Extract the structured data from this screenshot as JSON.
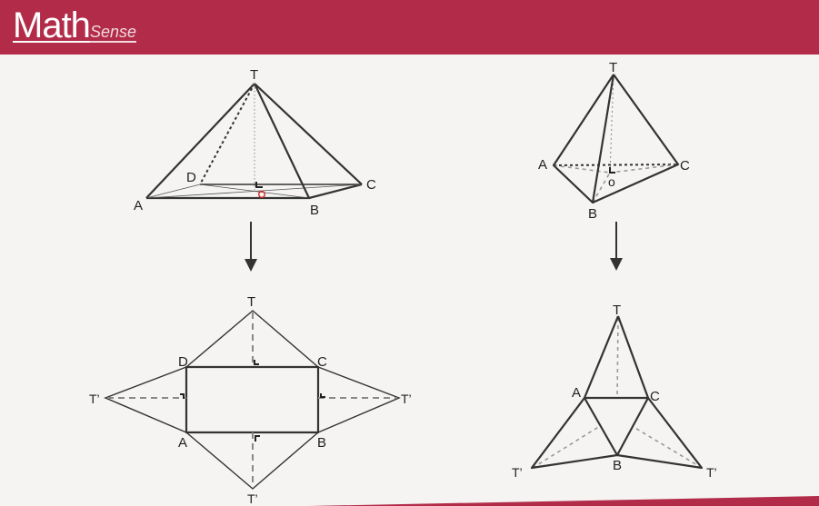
{
  "brand": {
    "main": "Math",
    "sub": "Sense",
    "color": "#b22c49"
  },
  "figures": {
    "square_pyramid": {
      "labels": {
        "T": "T",
        "A": "A",
        "B": "B",
        "C": "C",
        "D": "D",
        "O": "o"
      }
    },
    "square_pyramid_net": {
      "labels": {
        "T_top": "T",
        "T_left": "T’",
        "T_right": "T’",
        "T_bottom": "T’",
        "A": "A",
        "B": "B",
        "C": "C",
        "D": "D"
      }
    },
    "tetrahedron": {
      "labels": {
        "T": "T",
        "A": "A",
        "B": "B",
        "C": "C",
        "O": "o"
      }
    },
    "tetrahedron_net": {
      "labels": {
        "T_top": "T",
        "T_left": "T’",
        "T_right": "T’",
        "A": "A",
        "B": "B",
        "C": "C"
      }
    }
  }
}
